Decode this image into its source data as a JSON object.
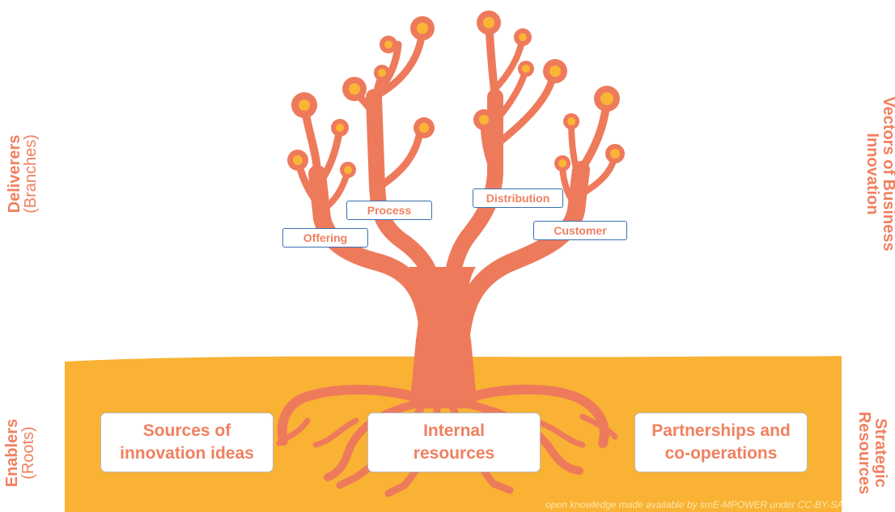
{
  "side_labels": {
    "left_top": {
      "strong": "Deliverers",
      "weak": "(Branches)"
    },
    "left_bottom": {
      "strong": "Enablers",
      "weak": "(Roots)"
    },
    "right_top": {
      "strong": "Vectors of Business",
      "weak": "Innovation"
    },
    "right_bottom": {
      "strong": "Strategic",
      "weak": "Resources"
    }
  },
  "branches": {
    "offering": "Offering",
    "process": "Process",
    "distribution": "Distribution",
    "customer": "Customer"
  },
  "roots": {
    "sources": "Sources of\ninnovation ideas",
    "internal": "Internal\nresources",
    "partnerships": "Partnerships and\nco-operations"
  },
  "credit": "open knowledge made available by smE-MPOWER under CC-BY-SA",
  "colors": {
    "trunk": "#ee7a5c",
    "flower_center": "#fbb535",
    "ground": "#f9b233",
    "box_border_branch": "#3b6fb0",
    "text": "#f08060"
  }
}
